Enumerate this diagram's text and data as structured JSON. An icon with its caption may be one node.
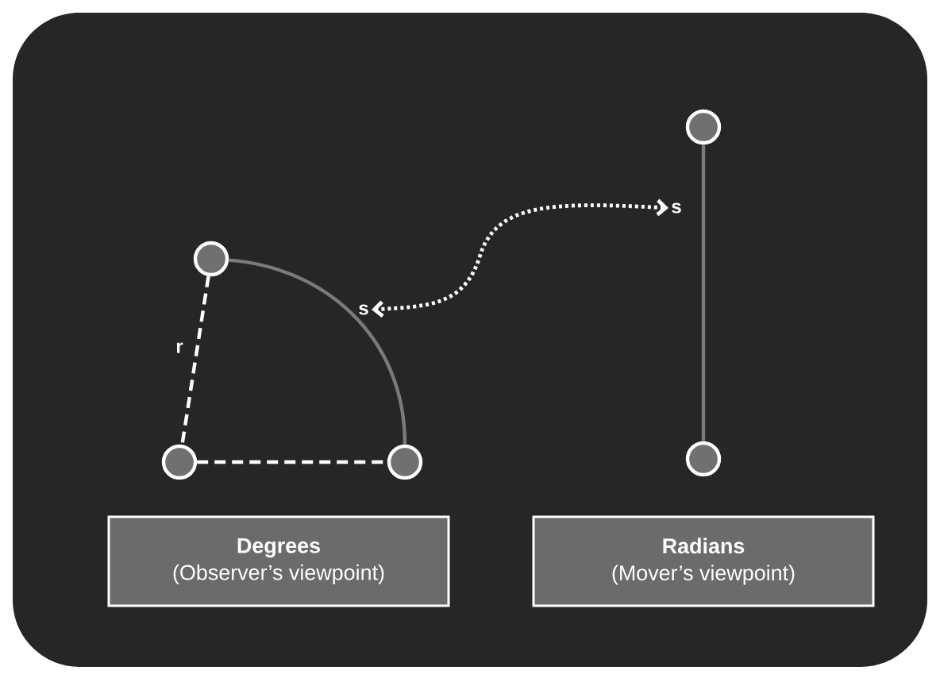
{
  "diagram": {
    "nodes": [
      {
        "text": [],
        "shape": "circle"
      },
      {
        "text": [],
        "shape": "circle"
      },
      {
        "text": [],
        "shape": "circle"
      },
      {
        "text": [],
        "shape": "circle"
      },
      {
        "text": [],
        "shape": "circle"
      },
      {
        "text": [
          "s"
        ]
      },
      {
        "text": [
          "s"
        ]
      },
      {
        "text": [
          "Degrees",
          "(Observer’s viewpoint)"
        ]
      },
      {
        "text": [
          "Radians",
          "(Mover’s viewpoint)"
        ]
      }
    ],
    "edges": [
      {
        "from": 0,
        "to": 1,
        "arrow": "none",
        "style": "dashed"
      },
      {
        "from": 1,
        "to": 2,
        "arrow": "none",
        "style": "dashed"
      },
      {
        "from": 0,
        "to": 2,
        "arrow": "none",
        "color": "#7a7a7a"
      },
      {
        "from": 3,
        "to": 4,
        "arrow": "none",
        "color": "#7a7a7a"
      },
      {
        "from": 6,
        "to": 5,
        "arrow": "both",
        "style": "dashed"
      }
    ],
    "labels": [
      "r"
    ]
  }
}
